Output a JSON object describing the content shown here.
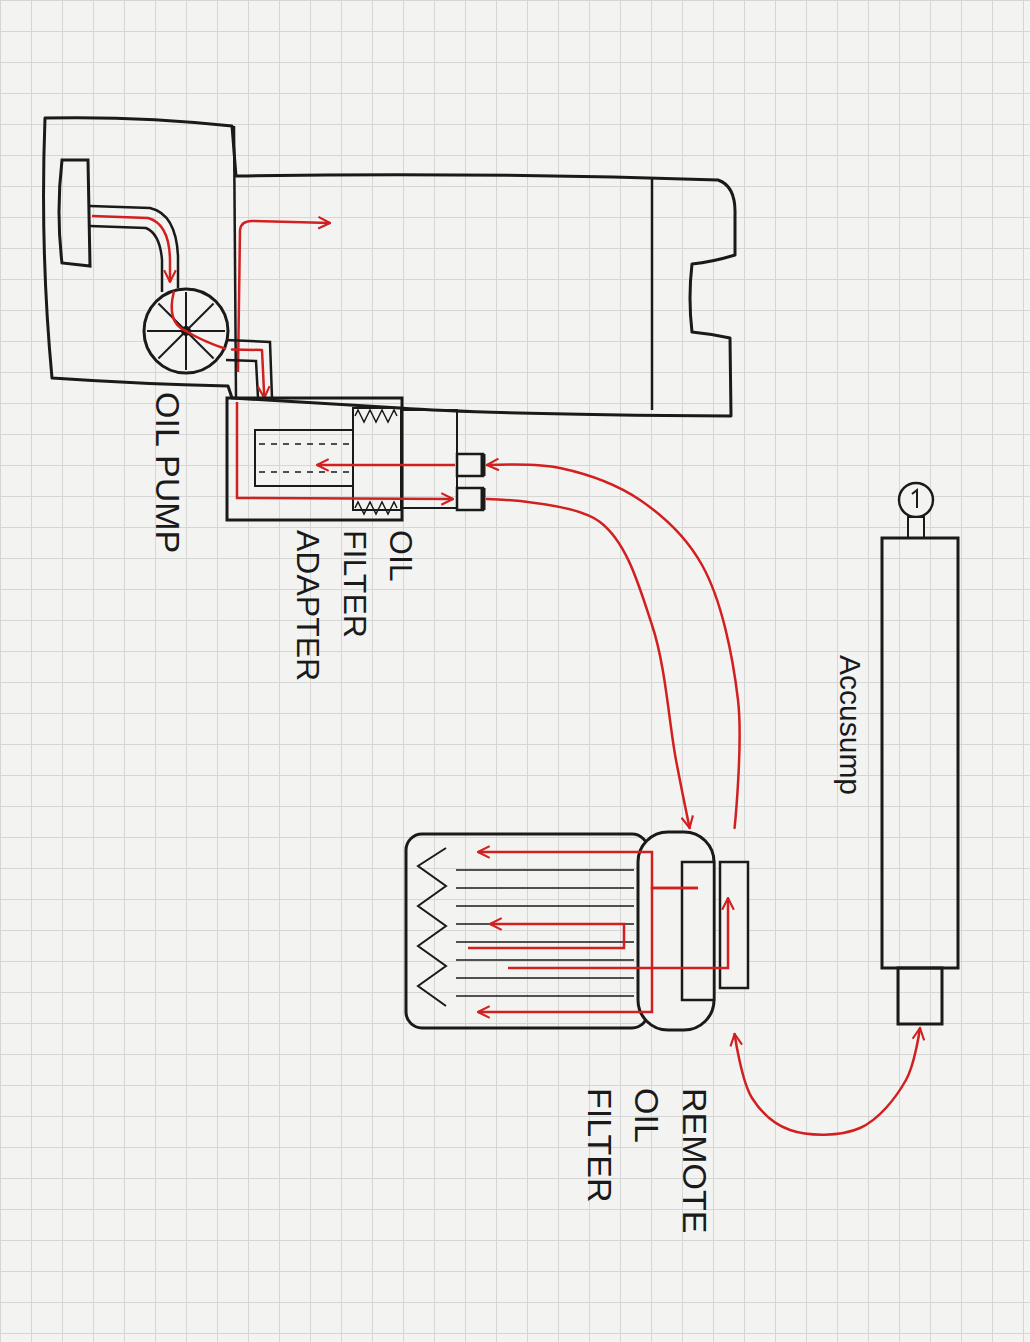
{
  "diagram": {
    "nodes": [
      {
        "text": [
          "OIL PUMP"
        ]
      },
      {
        "text": [
          "OIL FILTER ADAPTER"
        ]
      },
      {
        "text": [
          "REMOTE OIL FILTER"
        ]
      },
      {
        "text": [
          "Accusump"
        ]
      }
    ],
    "edges": [
      {
        "from": 0,
        "to": 1,
        "arrow": "to"
      },
      {
        "from": 1,
        "to": 2,
        "arrow": "to"
      },
      {
        "from": 2,
        "to": 1,
        "arrow": "to"
      },
      {
        "from": 2,
        "to": 3,
        "arrow": "both"
      }
    ]
  }
}
